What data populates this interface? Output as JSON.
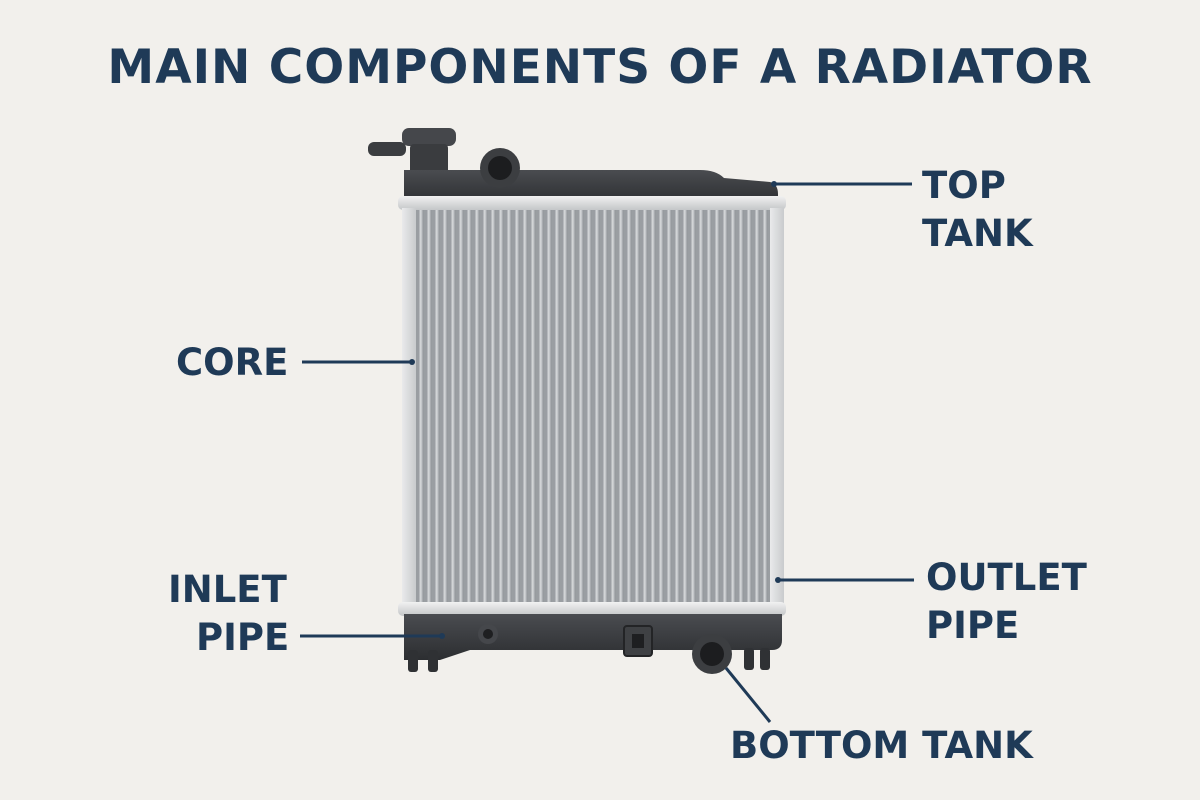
{
  "title": "MAIN COMPONENTS OF A RADIATOR",
  "labels": {
    "top_tank": [
      "TOP",
      "TANK"
    ],
    "core": [
      "CORE"
    ],
    "inlet_pipe": [
      "INLET",
      "PIPE"
    ],
    "outlet_pipe": [
      "OUTLET",
      "PIPE"
    ],
    "bottom_tank": [
      "BOTTOM TANK"
    ]
  },
  "colors": {
    "background": "#f2f0ec",
    "label_text": "#1f3a57",
    "tank_plastic": "#3a3c3f",
    "core_metal": "#b9bcbf"
  }
}
